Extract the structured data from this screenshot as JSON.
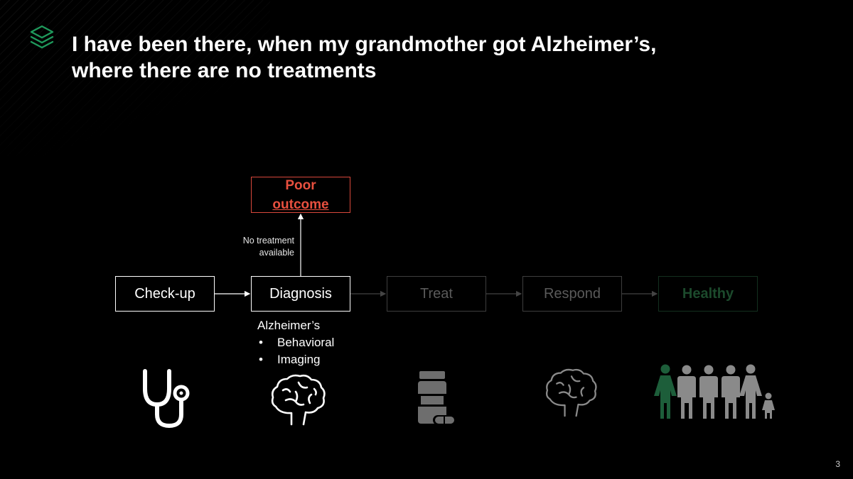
{
  "title": {
    "line1": "I have been there, when my grandmother got Alzheimer’s,",
    "line2": "where there are no treatments"
  },
  "steps": [
    {
      "label": "Check-up",
      "state": "active"
    },
    {
      "label": "Diagnosis",
      "state": "active"
    },
    {
      "label": "Treat",
      "state": "inactive"
    },
    {
      "label": "Respond",
      "state": "inactive"
    },
    {
      "label": "Healthy",
      "state": "inactive-goal"
    }
  ],
  "outcome": {
    "line1": "Poor",
    "line2": "outcome"
  },
  "branch_note": {
    "line1": "No treatment",
    "line2": "available"
  },
  "diagnosis_details": {
    "heading": "Alzheimer’s",
    "items": [
      "Behavioral",
      "Imaging"
    ]
  },
  "icons": [
    "layers-logo-icon",
    "stethoscope-icon",
    "brain-icon",
    "pill-bottle-icon",
    "brain-outline-icon",
    "family-icon"
  ],
  "colors": {
    "accent": "#1f7a4a",
    "poor_outcome": "#e8503f",
    "inactive": "#5a5a5a",
    "healthy_dim": "#1c4a2c",
    "family_green": "#1d5e3a",
    "family_grey": "#8a8a8a"
  },
  "page_number": "3"
}
